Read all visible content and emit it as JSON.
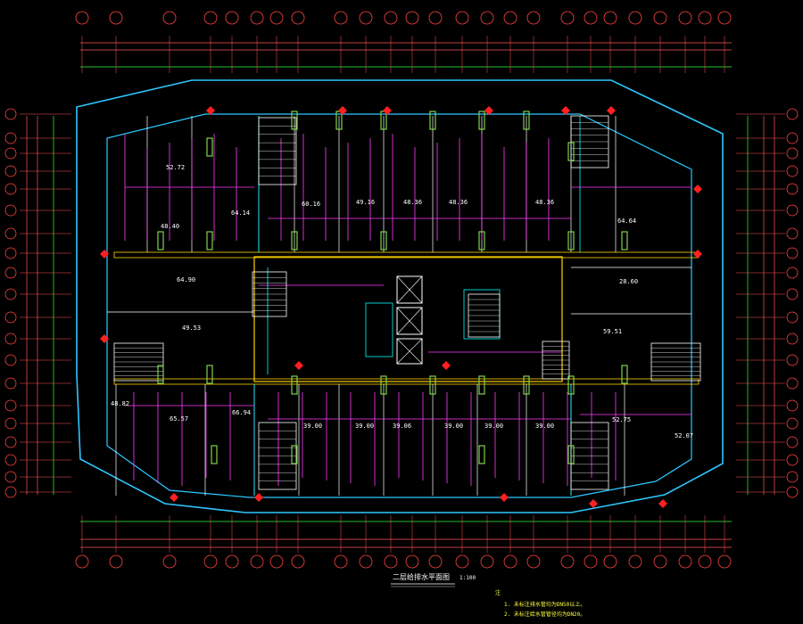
{
  "drawing": {
    "title": "二层给排水平面图",
    "scale": "1:100"
  },
  "colors": {
    "background": "#000000",
    "outline": "#2ec7ff",
    "wall": "#ffffff",
    "column": "#7fd34a",
    "pipe_magenta": "#ff3cff",
    "pipe_cyan": "#00ffff",
    "core_yellow": "#ffd200",
    "grid": "#ff4444",
    "dim": "#35ff35",
    "fixture_red": "#ff2020",
    "tag": "#d040ff"
  },
  "rooms": {
    "r1": "52.72",
    "r2": "64.14",
    "r3": "48.40",
    "r4": "60.16",
    "r5": "49.16",
    "r6": "48.36",
    "r7": "48.36",
    "r8": "48.36",
    "r9": "64.64",
    "r10": "64.90",
    "r11": "28.60",
    "r12": "49.53",
    "r13": "59.51",
    "r14": "48.82",
    "r15": "65.57",
    "r16": "66.94",
    "r17": "39.00",
    "r18": "39.00",
    "r19": "39.06",
    "r20": "39.00",
    "r21": "39.00",
    "r22": "39.00",
    "r23": "52.75",
    "r24": "52.07"
  },
  "notes": {
    "heading": "注",
    "line1": "1. 未标注排水管均为DN50以上。",
    "line2": "2. 未标注给水管管径均为DN20。"
  }
}
